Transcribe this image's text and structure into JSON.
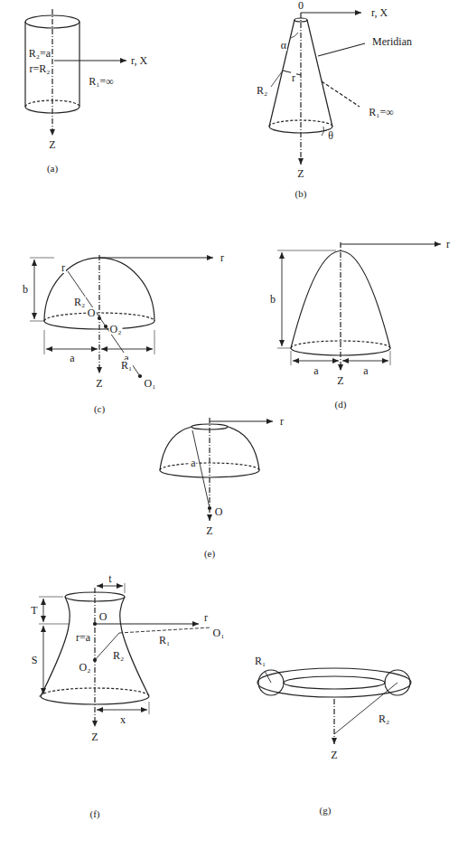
{
  "diagram": {
    "labels": [
      "R₂=a",
      "r=R₂",
      "R₁=∞",
      "r, X",
      "Z",
      "(a)",
      "0",
      "r, X",
      "Meridian",
      "r",
      "R₂",
      "α",
      "R₁=∞",
      "θ",
      "Z",
      "(b)",
      "b",
      "r",
      "r",
      "R₂",
      "O",
      "O₂",
      "a",
      "a",
      "R₁",
      "O₁",
      "Z",
      "(c)",
      "b",
      "r",
      "a",
      "a",
      "Z",
      "(d)",
      "r",
      "a",
      "O",
      "Z",
      "(e)",
      "t",
      "T",
      "O",
      "r",
      "O₁",
      "r=a",
      "R₁",
      "O₂",
      "R₂",
      "S",
      "x",
      "Z",
      "(f)",
      "R₁",
      "R₂",
      "Z",
      "(g)"
    ]
  }
}
